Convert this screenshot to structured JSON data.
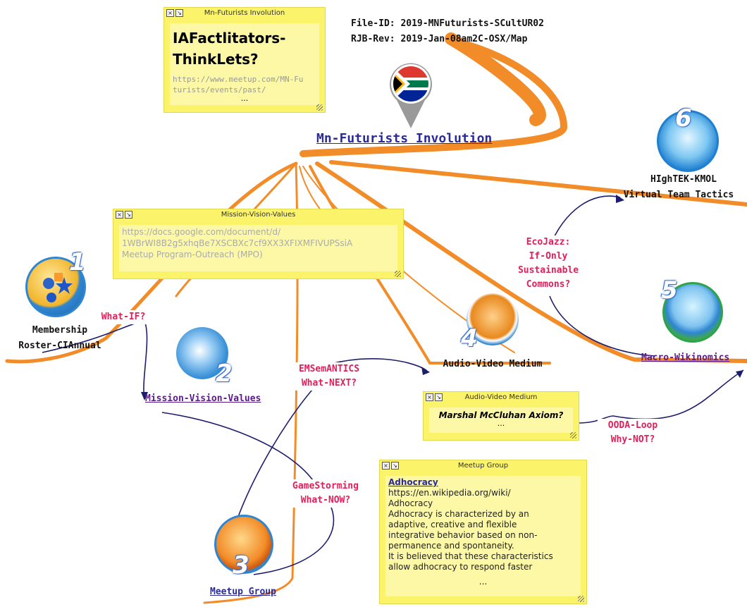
{
  "header": {
    "file_id": "File-ID:  2019-MNFuturists-SCultUR02",
    "rev": "RJB-Rev: 2019-Jan-08am2C-OSX/Map"
  },
  "central_topic": "Mn-Futurists Involution",
  "notes": {
    "top": {
      "title": "Mn-Futurists Involution",
      "heading": "IAFactlitators-ThinkLets?",
      "url": "https://www.meetup.com/MN-Futurists/events/past/",
      "more": "..."
    },
    "mission": {
      "title": "Mission-Vision-Values",
      "lines": [
        "https://docs.google.com/document/d/",
        "1WBrWI8B2g5xhqBe7XSCBXc7cf9XX3XFIXMFIVUPSsiA",
        "Meetup Program-Outreach (MPO)"
      ]
    },
    "av": {
      "title": "Audio-Video Medium",
      "body": "Marshal McCluhan Axiom?",
      "more": "..."
    },
    "meetup": {
      "title": "Meetup Group",
      "link": "Adhocracy",
      "lines": [
        "https://en.wikipedia.org/wiki/",
        "Adhocracy",
        "Adhocracy is characterized by an",
        "adaptive, creative and flexible",
        "integrative behavior based on non-",
        "permanence and spontaneity.",
        "It is believed that these characteristics",
        "allow adhocracy to respond faster"
      ],
      "more": "..."
    }
  },
  "nodes": {
    "n1": {
      "badge": "1",
      "label1": "Membership",
      "label2": "Roster-CIAnnual"
    },
    "n2": {
      "badge": "2",
      "label": "Mission-Vision-Values"
    },
    "n3": {
      "badge": "3",
      "label": "Meetup Group"
    },
    "n4": {
      "badge": "4",
      "label": "Audio-Video Medium"
    },
    "n5": {
      "badge": "5",
      "label": "Macro-Wikinomics"
    },
    "n6": {
      "badge": "6",
      "label1": "HIghTEK-KMOL",
      "label2": "Virtual Team Tactics"
    }
  },
  "questions": {
    "whatif": "What-IF?",
    "ems1": "EMSemANTICS",
    "ems2": "What-NEXT?",
    "eco1": "EcoJazz:",
    "eco2": "If-Only",
    "eco3": "Sustainable",
    "eco4": "Commons?",
    "gs1": "GameStorming",
    "gs2": "What-NOW?",
    "ooda1": "OODA-Loop",
    "ooda2": "Why-NOT?"
  },
  "colors": {
    "branch": "#f28c28",
    "arrow": "#1d1d6e",
    "note": "#fbf36a",
    "question": "#e0205a",
    "link": "#2a2a9a"
  }
}
